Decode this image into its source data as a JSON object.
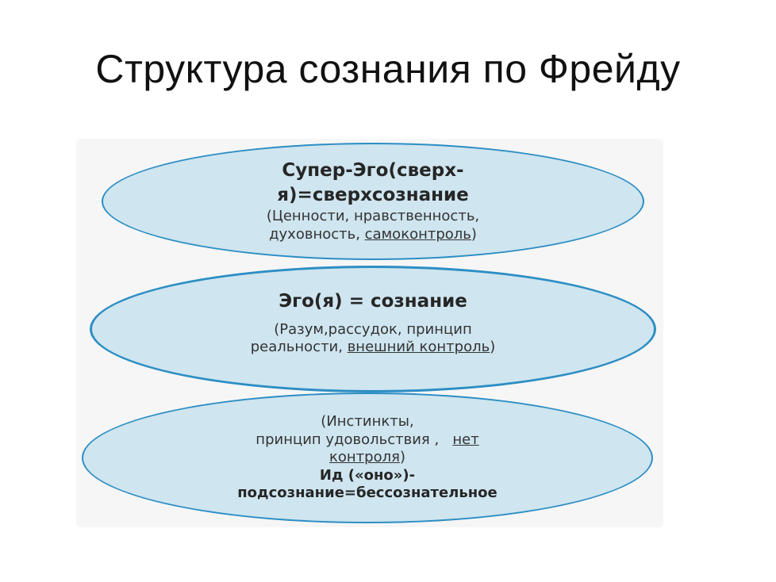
{
  "title": "Структура сознания по Фрейду",
  "super_ego": {
    "heading_line1": "Супер-Эго(сверх-",
    "heading_line2": "я)=сверхсознание",
    "desc_line1": "(Ценности, нравственность,",
    "desc_line2_a": "духовность, ",
    "desc_line2_b": "самоконтроль",
    "desc_line2_c": ")"
  },
  "ego": {
    "heading": "Эго(я) = сознание",
    "desc_line1": "(Разум,рассудок, принцип",
    "desc_line2_a": "реальности, ",
    "desc_line2_b": "внешний контроль",
    "desc_line2_c": ")"
  },
  "id": {
    "desc_line1": "(Инстинкты,",
    "desc_line2_a": "принцип удовольствия ,   ",
    "desc_line2_b": "нет",
    "desc_line3_a": "контроля",
    "desc_line3_b": ")",
    "heading_line1": "Ид («оно»)-",
    "heading_line2": "подсознание=бессознательное"
  },
  "colors": {
    "ellipse_fill": "#cfe5ef",
    "ellipse_border": "#2c8ec4"
  }
}
